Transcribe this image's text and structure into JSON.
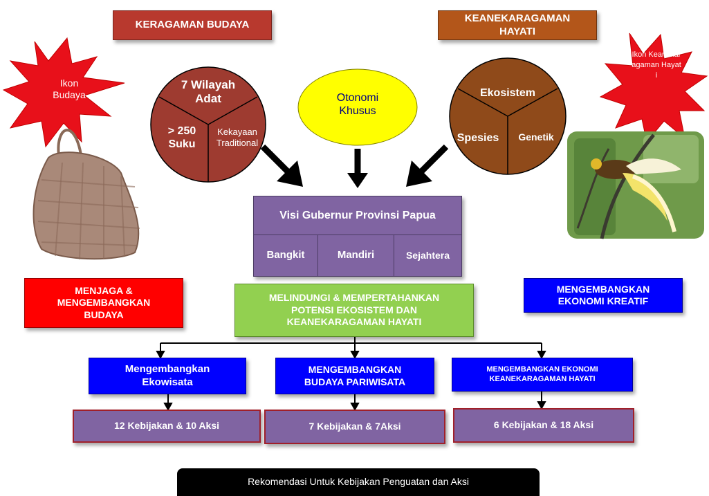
{
  "headers": {
    "culture": "KERAGAMAN BUDAYA",
    "biodiversity": "KEANEKARAGAMAN HAYATI"
  },
  "stars": {
    "culture_icon": "Ikon Budaya",
    "biodiversity_icon": "Ikon Keanekaragaman Hayati"
  },
  "culture_circle": {
    "top": "7 Wilayah Adat",
    "left": "> 250 Suku",
    "right": "Kekayaan Traditional"
  },
  "autonomy": {
    "label": "Otonomi Khusus"
  },
  "biodiversity_circle": {
    "top": "Ekosistem",
    "left": "Spesies",
    "right": "Genetik"
  },
  "vision": {
    "title": "Visi Gubernur Provinsi Papua",
    "items": [
      "Bangkit",
      "Mandiri",
      "Sejahtera"
    ]
  },
  "sides": {
    "left": "MENJAGA & MENGEMBANGKAN BUDAYA",
    "right": "MENGEMBANGKAN EKONOMI KREATIF"
  },
  "center_goal": "MELINDUNGI & MEMPERTAHANKAN POTENSI EKOSISTEM DAN KEANEKARAGAMAN HAYATI",
  "programs": [
    {
      "name": "Mengembangkan Ekowisata",
      "policies": "12 Kebijakan & 10 Aksi"
    },
    {
      "name": "MENGEMBANGKAN BUDAYA PARIWISATA",
      "policies": "7 Kebijakan & 7Aksi"
    },
    {
      "name": "MENGEMBANGKAN EKONOMI KEANEKARAGAMAN HAYATI",
      "policies": "6 Kebijakan & 18 Aksi"
    }
  ],
  "footer": "Rekomendasi Untuk Kebijakan Penguatan dan Aksi",
  "colors": {
    "header_red": "#b8392e",
    "header_orange": "#b3561a",
    "star_red": "#e8101a",
    "culture_circle": "#9e3b30",
    "bio_circle": "#8f4a1a",
    "autonomy_yellow": "#ffff00",
    "vision_purple": "#8064a2",
    "goal_green": "#92d050",
    "side_red": "#ff0000",
    "side_blue": "#0000ff",
    "program_blue": "#0000ff",
    "policy_purple": "#8064a2",
    "footer_black": "#000000"
  },
  "icons": {
    "culture_image": "woven-noken-bag-icon",
    "biodiversity_image": "bird-of-paradise-icon"
  }
}
